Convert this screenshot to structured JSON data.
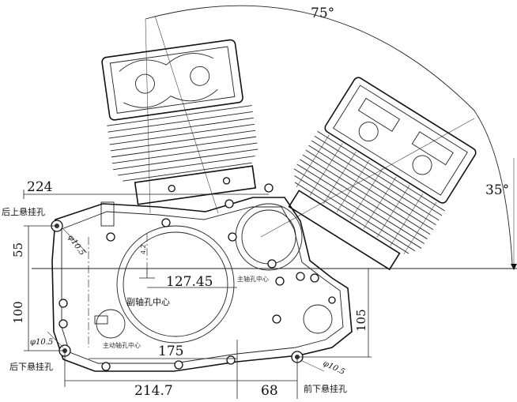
{
  "dimensions": {
    "angle_75": "75°",
    "angle_35": "35°",
    "d224": "224",
    "d55": "55",
    "d127": "127.45",
    "d4": "4.2",
    "d100": "100",
    "d105": "105",
    "d175": "175",
    "d214": "214.7",
    "d68": "68"
  },
  "labels": {
    "rear_upper_mount": "后上悬挂孔",
    "rear_lower_mount": "后下悬挂孔",
    "front_lower_mount": "前下悬挂孔",
    "countershaft_center": "副轴孔中心",
    "main_shaft_small": "主轴孔中心",
    "output_shaft_small": "主动轴孔中心",
    "dia_1": "φ10.5",
    "dia_2": "φ10.5",
    "dia_3": "φ10.5"
  }
}
